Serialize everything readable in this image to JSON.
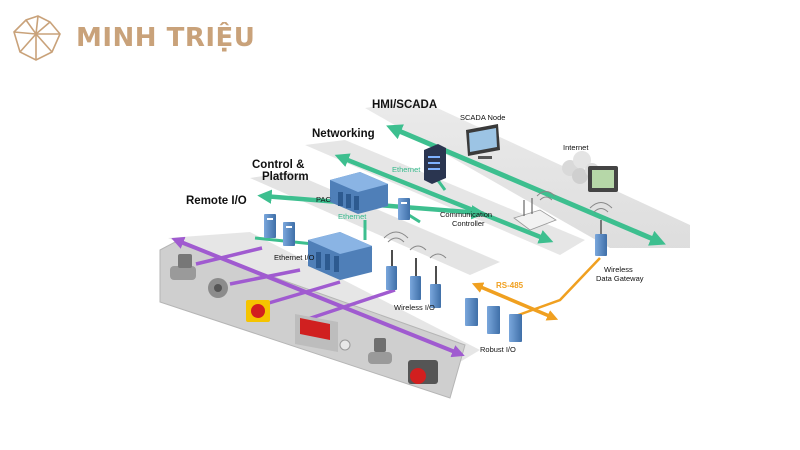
{
  "brand": {
    "name": "MINH TRIỆU",
    "color": "#c9a27a"
  },
  "colors": {
    "network": "#3dbf8f",
    "fieldbus": "#a05bd0",
    "serial": "#f0a020",
    "module": "#5a8ecb"
  },
  "layers": {
    "hmi": "HMI/SCADA",
    "networking": "Networking",
    "control_line1": "Control &",
    "control_line2": "Platform",
    "remote": "Remote I/O"
  },
  "labels": {
    "scada_node": "SCADA Node",
    "internet": "Internet",
    "ethernet_top": "Ethernet",
    "ethernet_mid": "Ethernet",
    "pac": "PAC",
    "comm_line1": "Communication",
    "comm_line2": "Controller",
    "ethernet_io": "Ethernet I/O",
    "wireless_io": "Wireless I/O",
    "rs485": "RS-485",
    "robust_io": "Robust I/O",
    "wdg_line1": "Wireless",
    "wdg_line2": "Data Gateway"
  },
  "icons": [
    "gem-logo-icon",
    "network-switch-icon",
    "scada-monitor-icon",
    "cloud-icon",
    "hmi-panel-icon",
    "wifi-router-icon",
    "pac-controller-icon",
    "io-module-icon",
    "antenna-icon",
    "flow-meter-icon",
    "fan-icon",
    "emergency-stop-icon",
    "digital-display-icon",
    "valve-icon",
    "red-button-icon"
  ]
}
